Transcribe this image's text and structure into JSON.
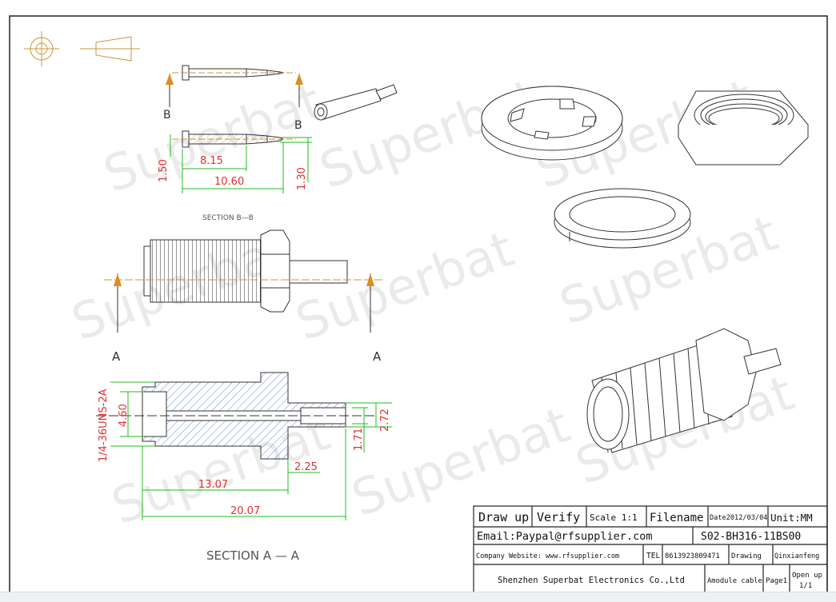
{
  "watermark": "Superbat",
  "section_bb": {
    "title": "SECTION B—B",
    "label_b": "B",
    "dims": [
      "1.50",
      "8.15",
      "10.60",
      "1.30"
    ]
  },
  "section_aa_marks": {
    "a_left": "A",
    "a_right": "A"
  },
  "section_aa": {
    "title": "SECTION A — A",
    "thread": "1/4-36UNS-2A",
    "dims": [
      "4.60",
      "2.72",
      "1.71",
      "2.25",
      "13.07",
      "20.07"
    ]
  },
  "title_block": {
    "draw_up": "Draw up",
    "verify": "Verify",
    "scale": "Scale 1:1",
    "filename_label": "Filename",
    "date": "Date2012/03/04",
    "unit": "Unit:MM",
    "email": "Email:Paypal@rfsupplier.com",
    "part_no": "S02-BH316-11BS00",
    "website": "Company Website: www.rfsupplier.com",
    "tel_label": "TEL",
    "tel": "8613923809471",
    "drawing_label": "Drawing",
    "drawer": "Qinxianfeng",
    "company": "Shenzhen Superbat Electronics Co.,Ltd",
    "module": "Amodule cable",
    "page": "Page1",
    "open_up": "Open up",
    "sheet": "1/1"
  },
  "colors": {
    "dimension": "#e03030",
    "green_dim": "#22bb22",
    "hatch": "#3a6fd0",
    "arrow": "#e08a20"
  }
}
